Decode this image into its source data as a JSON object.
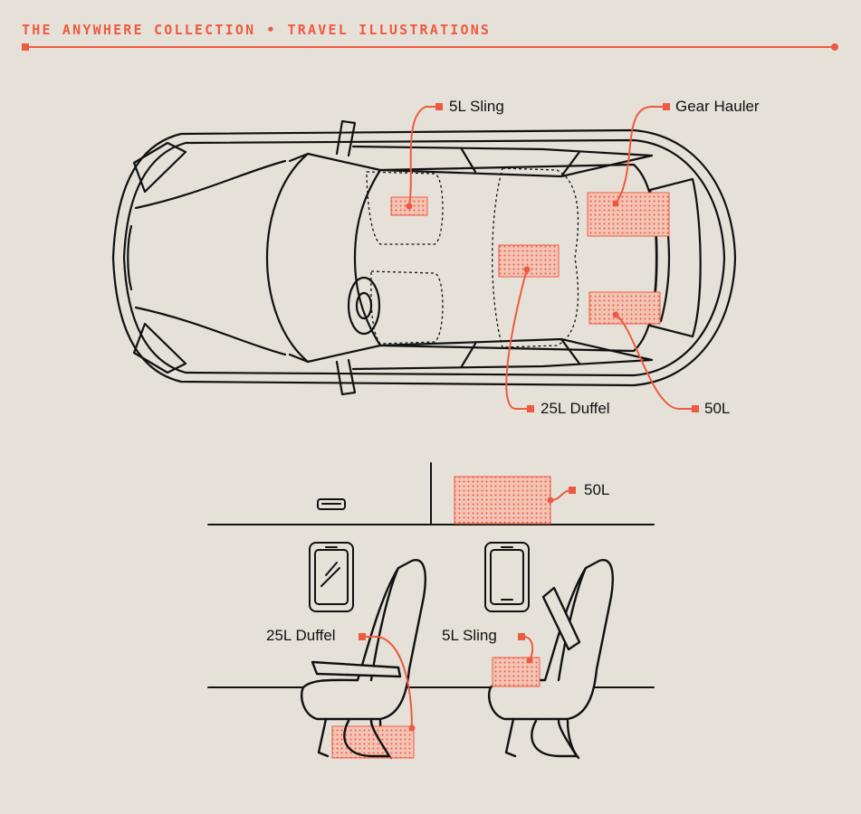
{
  "header": {
    "collection": "THE ANYWHERE COLLECTION",
    "separator": "•",
    "subtitle": "TRAVEL ILLUSTRATIONS"
  },
  "colors": {
    "accent": "#ee5a3f",
    "background": "#e5e1d9",
    "ink": "#111111"
  },
  "car_diagram": {
    "labels": {
      "sling": "5L Sling",
      "gear_hauler": "Gear Hauler",
      "duffel": "25L Duffel",
      "fifty": "50L"
    }
  },
  "plane_diagram": {
    "labels": {
      "overhead": "50L",
      "duffel": "25L Duffel",
      "sling": "5L Sling"
    }
  }
}
